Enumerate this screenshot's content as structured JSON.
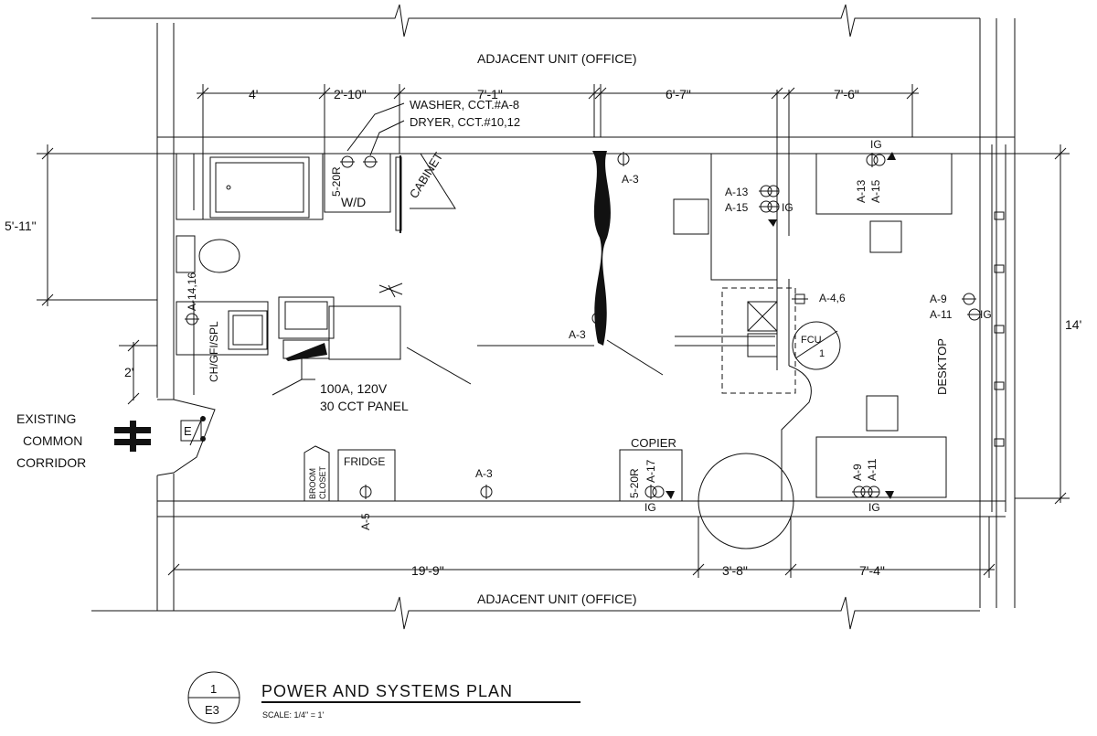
{
  "labels": {
    "adjacent_top": "ADJACENT UNIT (OFFICE)",
    "adjacent_bottom": "ADJACENT UNIT (OFFICE)",
    "washer": "WASHER, CCT.#A-8",
    "dryer": "DRYER, CCT.#10,12",
    "cabinet": "CABINET",
    "wd": "W/D",
    "r520_top": "5-20R",
    "a3_top": "A-3",
    "a13_left": "A-13",
    "a15_left": "A-15",
    "ig_left": "IG",
    "ig_top_right": "IG",
    "a13_right": "A-13",
    "a15_right": "A-15",
    "a1416": "A-14,16",
    "chgfi": "CH/GFI/SPL",
    "a3_mid": "A-3",
    "a46": "A-4,6",
    "a9": "A-9",
    "a11": "A-11",
    "ig_a11": "IG",
    "fcu": "FCU",
    "fcu_num": "1",
    "desktop": "DESKTOP",
    "panel_1": "100A, 120V",
    "panel_2": "30 CCT PANEL",
    "e_symbol": "E",
    "existing_1": "EXISTING",
    "existing_2": "COMMON",
    "existing_3": "CORRIDOR",
    "broom": "BROOM",
    "closet": "CLOSET",
    "fridge": "FRIDGE",
    "a5": "A-5",
    "a3_bottom": "A-3",
    "copier": "COPIER",
    "r520_bottom": "5-20R",
    "a17": "A-17",
    "ig_bottom_copier": "IG",
    "a9_bottom": "A-9",
    "a11_bottom": "A-11",
    "ig_bottom_right": "IG"
  },
  "dimensions": {
    "top_4": "4'",
    "top_2_10": "2'-10\"",
    "top_7_1": "7'-1\"",
    "top_6_7": "6'-7\"",
    "top_7_6": "7'-6\"",
    "left_5_11": "5'-11\"",
    "left_2": "2'",
    "right_14": "14'",
    "bottom_19_9": "19'-9\"",
    "bottom_3_8": "3'-8\"",
    "bottom_7_4": "7'-4\""
  },
  "title_block": {
    "detail_number": "1",
    "sheet": "E3",
    "title": "POWER AND SYSTEMS PLAN",
    "scale": "SCALE: 1/4\" = 1'"
  }
}
